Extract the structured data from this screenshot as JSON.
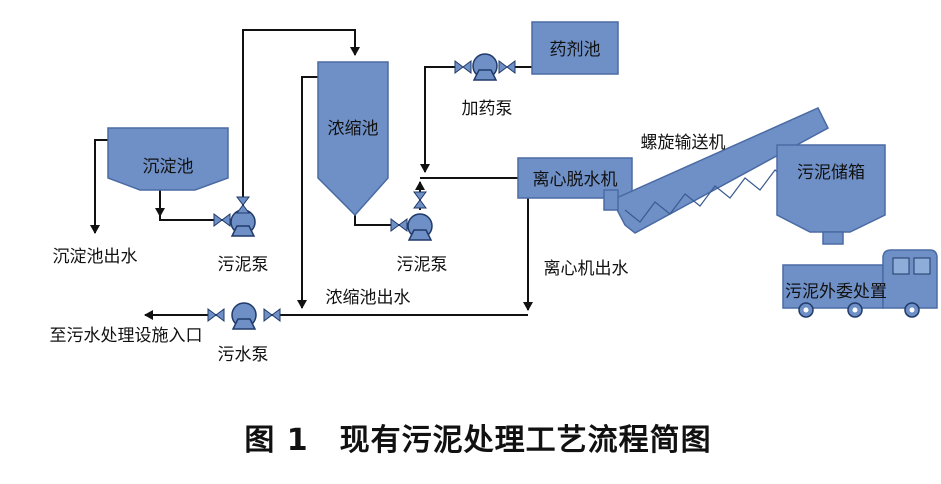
{
  "nodes": {
    "sedimentation_tank": "沉淀池",
    "thickening_tank": "浓缩池",
    "chemical_tank": "药剂池",
    "dosing_pump": "加药泵",
    "centrifuge": "离心脱水机",
    "screw_conveyor": "螺旋输送机",
    "sludge_bin": "污泥储箱",
    "sludge_pump_1": "污泥泵",
    "sludge_pump_2": "污泥泵",
    "sewage_pump": "污水泵",
    "outsource": "污泥外委处置"
  },
  "flows": {
    "sed_outlet": "沉淀池出水",
    "thick_outlet": "浓缩池出水",
    "centrifuge_outlet": "离心机出水",
    "to_treatment": "至污水处理设施入口"
  },
  "caption": "图 1　现有污泥处理工艺流程简图",
  "colors": {
    "fill": "#6f90c6",
    "stroke": "#203a6a",
    "line": "#111111"
  }
}
